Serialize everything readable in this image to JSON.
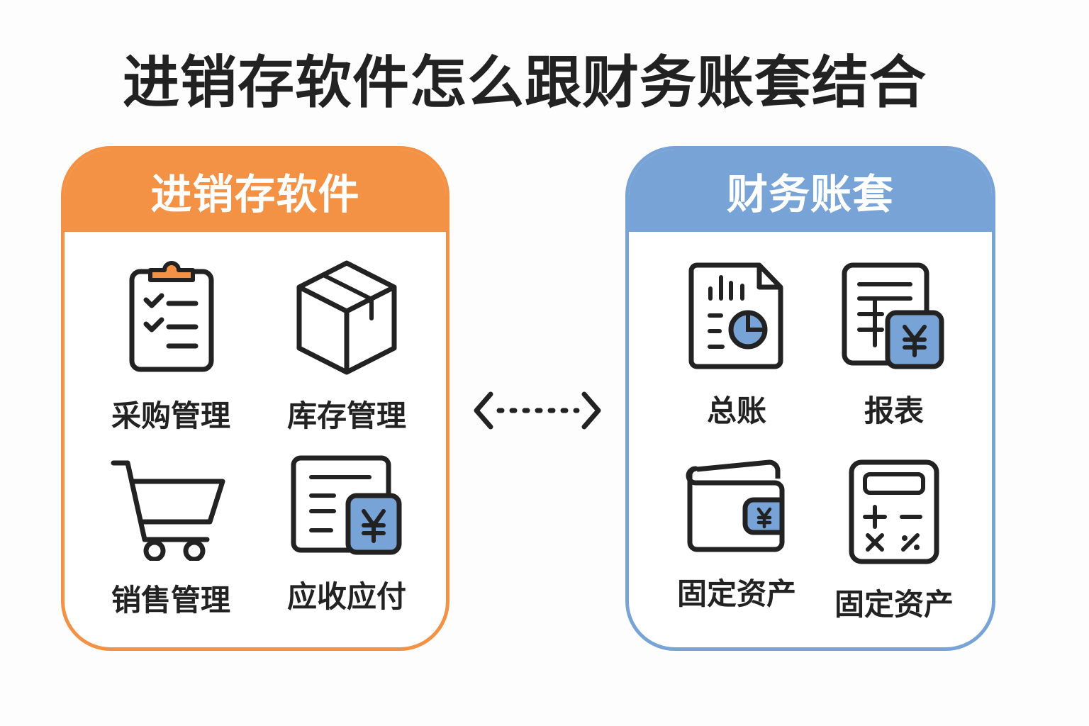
{
  "title": "进销存软件怎么跟财务账套结合",
  "colors": {
    "orange": "#F39145",
    "blue": "#78A3D6",
    "ink": "#222222"
  },
  "left_panel": {
    "header": "进销存软件",
    "items": [
      {
        "label": "采购管理",
        "icon": "clipboard-checklist-icon"
      },
      {
        "label": "库存管理",
        "icon": "box-icon"
      },
      {
        "label": "销售管理",
        "icon": "shopping-cart-icon"
      },
      {
        "label": "应收应付",
        "icon": "invoice-yen-icon"
      }
    ]
  },
  "connector": {
    "icon": "bidirectional-dotted-arrow-icon"
  },
  "right_panel": {
    "header": "财务账套",
    "items": [
      {
        "label": "总账",
        "icon": "report-chart-icon"
      },
      {
        "label": "报表",
        "icon": "statement-yen-icon"
      },
      {
        "label": "固定资产",
        "icon": "wallet-icon"
      },
      {
        "label": "固定资产",
        "icon": "calculator-icon"
      }
    ]
  }
}
